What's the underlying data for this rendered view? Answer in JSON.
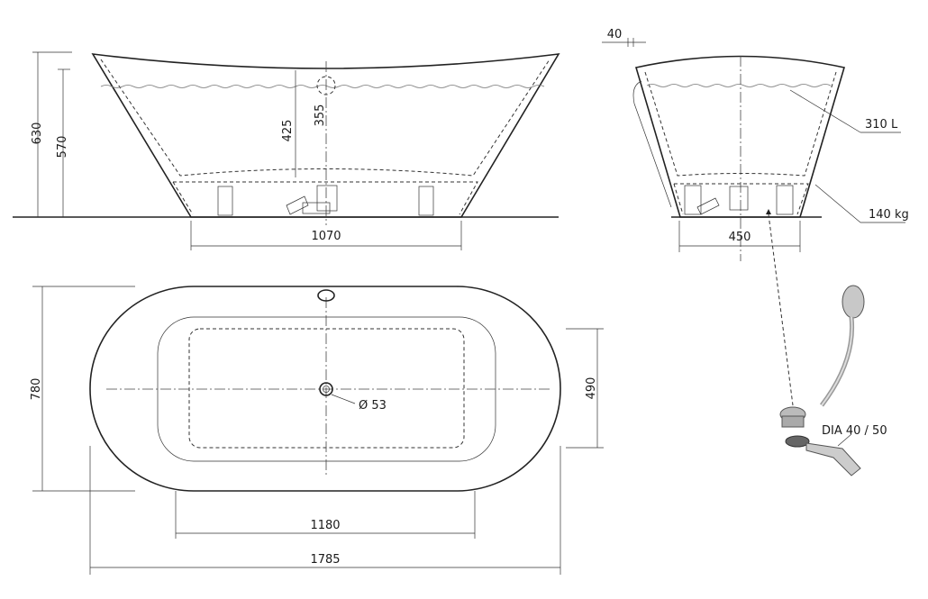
{
  "side_view": {
    "height_total": "630",
    "height_inner": "570",
    "depth_inner": "425",
    "overflow_height": "355",
    "base_length": "1070"
  },
  "end_view": {
    "rim_width": "40",
    "volume": "310 L",
    "weight": "140 kg",
    "base_width": "450"
  },
  "top_view": {
    "width": "780",
    "inner_width": "490",
    "drain_diameter": "Ø 53",
    "inner_length": "1180",
    "length": "1785"
  },
  "waste_set": {
    "label": "DIA 40 / 50"
  }
}
